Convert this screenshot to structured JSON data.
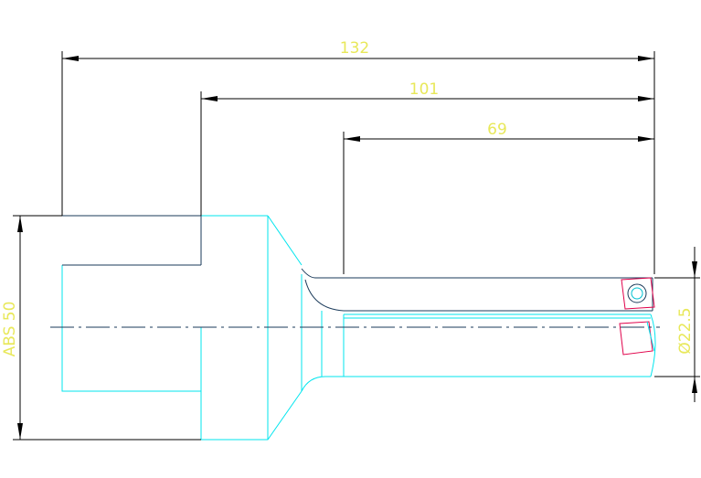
{
  "dimensions": {
    "overall_length": "132",
    "shank_to_tip": "101",
    "flute_length": "69",
    "body_diameter": "ABS 50",
    "cutting_diameter": "Ø22.5"
  },
  "colors": {
    "dimension_text": "#e8e85a",
    "hidden_outline": "#00e5ee",
    "visible_outline": "#1a3a5a",
    "insert": "#e0004a",
    "dimension_line": "#000000",
    "background": "#ffffff"
  }
}
